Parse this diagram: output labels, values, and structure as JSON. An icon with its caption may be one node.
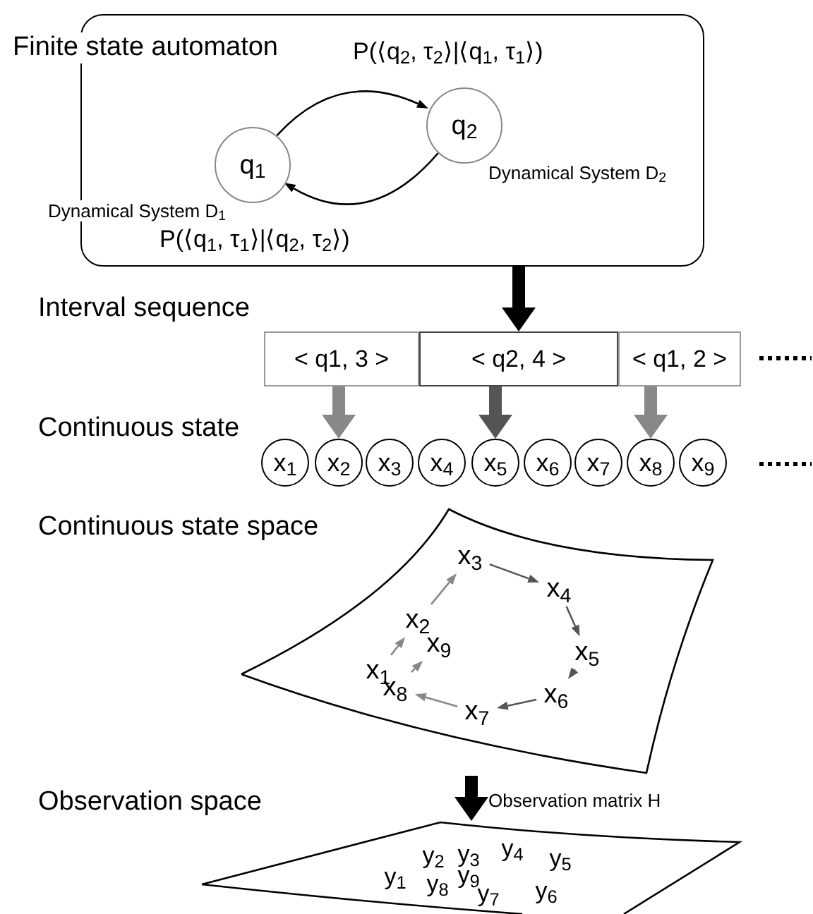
{
  "diagram": {
    "nodes": [
      {
        "text": [
          "Finite state automaton"
        ]
      },
      {
        "text": [
          "q$_{1}$"
        ],
        "in": 0,
        "beside": [
          "Dynamical System D$_{1}$"
        ]
      },
      {
        "text": [
          "q$_{2}$"
        ],
        "in": 0,
        "beside": [
          "Dynamical System D$_{2}$"
        ]
      },
      {
        "text": [
          "< q1, 3 >"
        ]
      },
      {
        "text": [
          "< q2, 4 >"
        ]
      },
      {
        "text": [
          "< q1, 2 >"
        ]
      },
      {
        "text": [
          "x$_{1}$"
        ]
      },
      {
        "text": [
          "x$_{2}$"
        ]
      },
      {
        "text": [
          "x$_{3}$"
        ]
      },
      {
        "text": [
          "x$_{4}$"
        ]
      },
      {
        "text": [
          "x$_{5}$"
        ]
      },
      {
        "text": [
          "x$_{6}$"
        ]
      },
      {
        "text": [
          "x$_{7}$"
        ]
      },
      {
        "text": [
          "x$_{8}$"
        ]
      },
      {
        "text": [
          "x$_{9}$"
        ]
      },
      {
        "text": [],
        "shape": "plane"
      },
      {
        "text": [
          "x$_{1}$"
        ],
        "in": 15
      },
      {
        "text": [
          "x$_{2}$"
        ],
        "in": 15
      },
      {
        "text": [
          "x$_{3}$"
        ],
        "in": 15
      },
      {
        "text": [
          "x$_{4}$"
        ],
        "in": 15
      },
      {
        "text": [
          "x$_{5}$"
        ],
        "in": 15
      },
      {
        "text": [
          "x$_{6}$"
        ],
        "in": 15
      },
      {
        "text": [
          "x$_{7}$"
        ],
        "in": 15
      },
      {
        "text": [
          "x$_{8}$"
        ],
        "in": 15
      },
      {
        "text": [
          "x$_{9}$"
        ],
        "in": 15
      },
      {
        "text": [],
        "shape": "plane"
      },
      {
        "text": [
          "y$_{1}$"
        ],
        "in": 25
      },
      {
        "text": [
          "y$_{2}$"
        ],
        "in": 25
      },
      {
        "text": [
          "y$_{3}$"
        ],
        "in": 25
      },
      {
        "text": [
          "y$_{4}$"
        ],
        "in": 25
      },
      {
        "text": [
          "y$_{5}$"
        ],
        "in": 25
      },
      {
        "text": [
          "y$_{6}$"
        ],
        "in": 25
      },
      {
        "text": [
          "y$_{7}$"
        ],
        "in": 25
      },
      {
        "text": [
          "y$_{8}$"
        ],
        "in": 25
      },
      {
        "text": [
          "y$_{9}$"
        ],
        "in": 25
      }
    ],
    "edges": [
      {
        "from": 0,
        "to": 4,
        "arrow": "to",
        "style": "thick",
        "color": "#000000"
      },
      {
        "from": 1,
        "to": 2,
        "arrow": "to",
        "color": "#000000",
        "label": "P(⟨q$_{2}$, τ$_{2}$⟩|⟨q$_{1}$, τ$_{1}$⟩)"
      },
      {
        "from": 2,
        "to": 1,
        "arrow": "to",
        "color": "#000000",
        "label": "P(⟨q$_{1}$, τ$_{1}$⟩|⟨q$_{2}$, τ$_{2}$⟩)"
      },
      {
        "from": 3,
        "to": 7,
        "arrow": "to",
        "style": "thick",
        "color": "#888888"
      },
      {
        "from": 4,
        "to": 10,
        "arrow": "to",
        "style": "thick",
        "color": "#555555"
      },
      {
        "from": 5,
        "to": 13,
        "arrow": "to",
        "style": "thick",
        "color": "#888888"
      },
      {
        "from": 16,
        "to": 17,
        "arrow": "to",
        "color": "#888888"
      },
      {
        "from": 17,
        "to": 18,
        "arrow": "to",
        "color": "#888888"
      },
      {
        "from": 18,
        "to": 19,
        "arrow": "to",
        "color": "#555555"
      },
      {
        "from": 19,
        "to": 20,
        "arrow": "to",
        "color": "#555555"
      },
      {
        "from": 20,
        "to": 21,
        "arrow": "to",
        "color": "#555555"
      },
      {
        "from": 21,
        "to": 22,
        "arrow": "to",
        "color": "#555555"
      },
      {
        "from": 22,
        "to": 23,
        "arrow": "to",
        "color": "#888888"
      },
      {
        "from": 23,
        "to": 24,
        "arrow": "to",
        "color": "#888888"
      },
      {
        "from": null,
        "to": 25,
        "arrow": "to",
        "style": "thick",
        "color": "#000000",
        "label": "Observation matrix H"
      }
    ],
    "labels": [
      "Interval sequence",
      "Continuous state",
      "Continuous state space",
      "Observation space"
    ]
  }
}
